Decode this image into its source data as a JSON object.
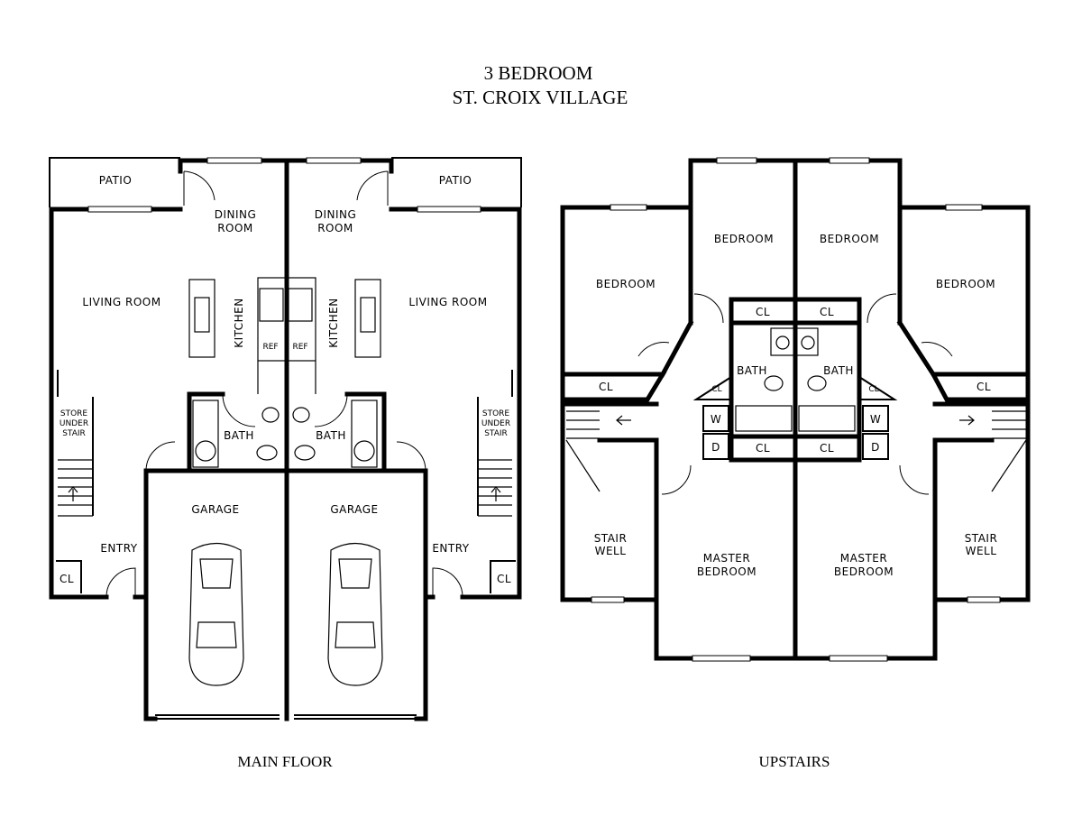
{
  "title": {
    "line1": "3 BEDROOM",
    "line2": "ST. CROIX VILLAGE"
  },
  "main_floor": {
    "caption": "MAIN FLOOR",
    "rooms": {
      "patio": "PATIO",
      "dining_1": "DINING",
      "dining_2": "ROOM",
      "living": "LIVING ROOM",
      "kitchen": "KITCHEN",
      "ref": "REF",
      "bath": "BATH",
      "store_1": "STORE",
      "store_2": "UNDER",
      "store_3": "STAIR",
      "garage": "GARAGE",
      "entry": "ENTRY",
      "closet": "CL"
    }
  },
  "upstairs": {
    "caption": "UPSTAIRS",
    "rooms": {
      "bedroom": "BEDROOM",
      "closet": "CL",
      "bath": "BATH",
      "washer": "W",
      "dryer": "D",
      "stair_1": "STAIR",
      "stair_2": "WELL",
      "master_1": "MASTER",
      "master_2": "BEDROOM"
    }
  }
}
